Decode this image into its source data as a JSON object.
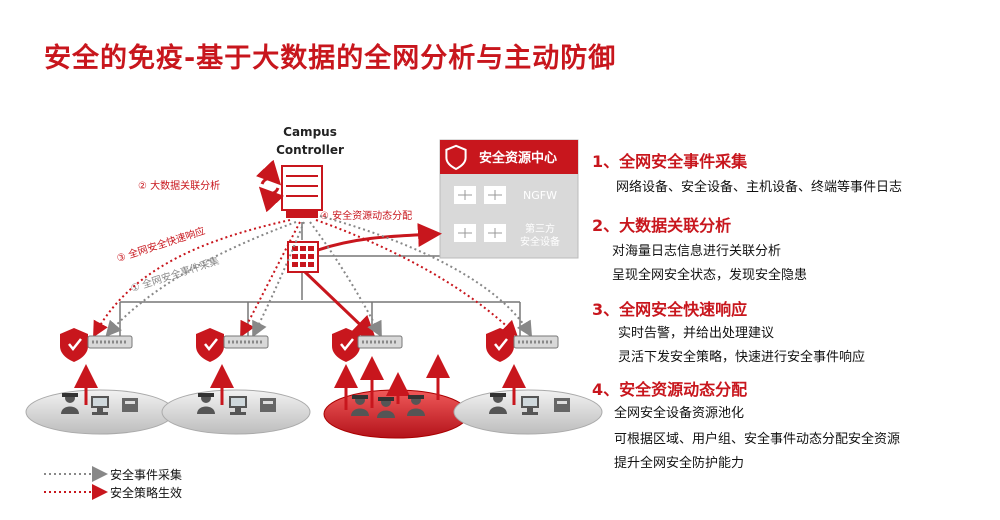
{
  "title": "安全的免疫-基于大数据的全网分析与主动防御",
  "controller": {
    "line1": "Campus",
    "line2": "Controller"
  },
  "center": {
    "title": "安全资源中心",
    "ngfw": "NGFW",
    "thirdparty_line1": "第三方",
    "thirdparty_line2": "安全设备"
  },
  "flow_labels": {
    "big_data": "②  大数据关联分析",
    "resource_alloc": "④  安全资源动态分配",
    "response": "③  全网安全快速响应",
    "collect": "①  全网安全事件采集"
  },
  "sections": [
    {
      "heading": "1、全网安全事件采集",
      "details": [
        "网络设备、安全设备、主机设备、终端等事件日志"
      ]
    },
    {
      "heading": "2、大数据关联分析",
      "details": [
        "对海量日志信息进行关联分析",
        "呈现全网安全状态，发现安全隐患"
      ]
    },
    {
      "heading": "3、全网安全快速响应",
      "details": [
        "实时告警，并给出处理建议",
        "灵活下发安全策略，快速进行安全事件响应"
      ]
    },
    {
      "heading": "4、安全资源动态分配",
      "details": [
        "全网安全设备资源池化",
        "可根据区域、用户组、安全事件动态分配安全资源",
        "提升全网安全防护能力"
      ]
    }
  ],
  "legend": [
    {
      "label": "安全事件采集",
      "color": "#888888"
    },
    {
      "label": "安全策略生效",
      "color": "#c8161d"
    }
  ],
  "colors": {
    "accent": "#c8161d",
    "gray": "#888888"
  }
}
